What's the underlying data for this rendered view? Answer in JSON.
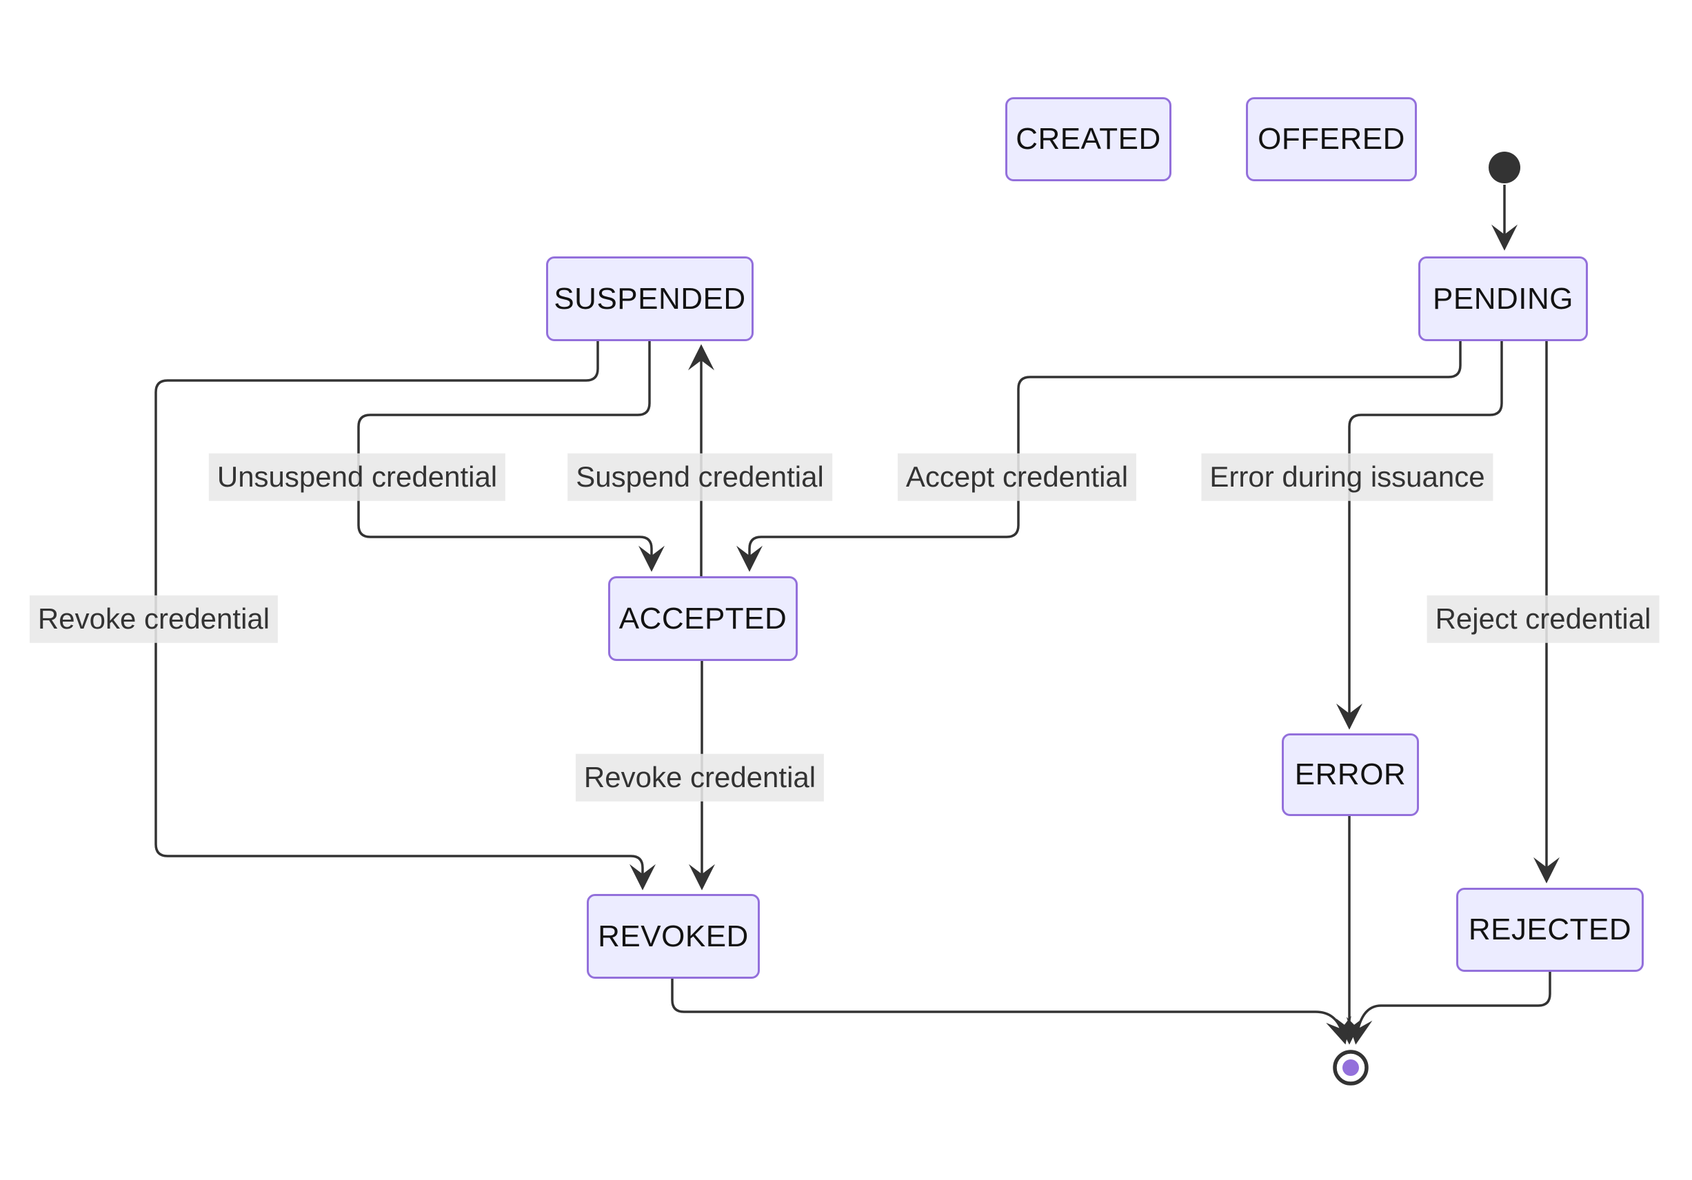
{
  "diagram": {
    "type": "state-diagram",
    "nodes": [
      {
        "id": "created",
        "label": "CREATED"
      },
      {
        "id": "offered",
        "label": "OFFERED"
      },
      {
        "id": "pending",
        "label": "PENDING"
      },
      {
        "id": "suspended",
        "label": "SUSPENDED"
      },
      {
        "id": "accepted",
        "label": "ACCEPTED"
      },
      {
        "id": "error",
        "label": "ERROR"
      },
      {
        "id": "revoked",
        "label": "REVOKED"
      },
      {
        "id": "rejected",
        "label": "REJECTED"
      }
    ],
    "edges": [
      {
        "from": "initial",
        "to": "pending",
        "label": ""
      },
      {
        "from": "pending",
        "to": "accepted",
        "label": "Accept credential"
      },
      {
        "from": "pending",
        "to": "error",
        "label": "Error during issuance"
      },
      {
        "from": "pending",
        "to": "rejected",
        "label": "Reject credential"
      },
      {
        "from": "accepted",
        "to": "suspended",
        "label": "Suspend credential"
      },
      {
        "from": "suspended",
        "to": "accepted",
        "label": "Unsuspend credential"
      },
      {
        "from": "suspended",
        "to": "revoked",
        "label": "Revoke credential"
      },
      {
        "from": "accepted",
        "to": "revoked",
        "label": "Revoke credential"
      },
      {
        "from": "error",
        "to": "final",
        "label": ""
      },
      {
        "from": "revoked",
        "to": "final",
        "label": ""
      },
      {
        "from": "rejected",
        "to": "final",
        "label": ""
      }
    ],
    "icons": {
      "initial_state": "filled-circle-icon",
      "final_state": "bullseye-icon"
    },
    "colors": {
      "node_fill": "#ECECFF",
      "node_border": "#9370DB",
      "node_text": "#121212",
      "edge_stroke": "#333333",
      "edge_label_bg": "#e8e8e8",
      "edge_label_text": "#333333",
      "final_dot": "#9370DB",
      "background": "#ffffff"
    }
  }
}
